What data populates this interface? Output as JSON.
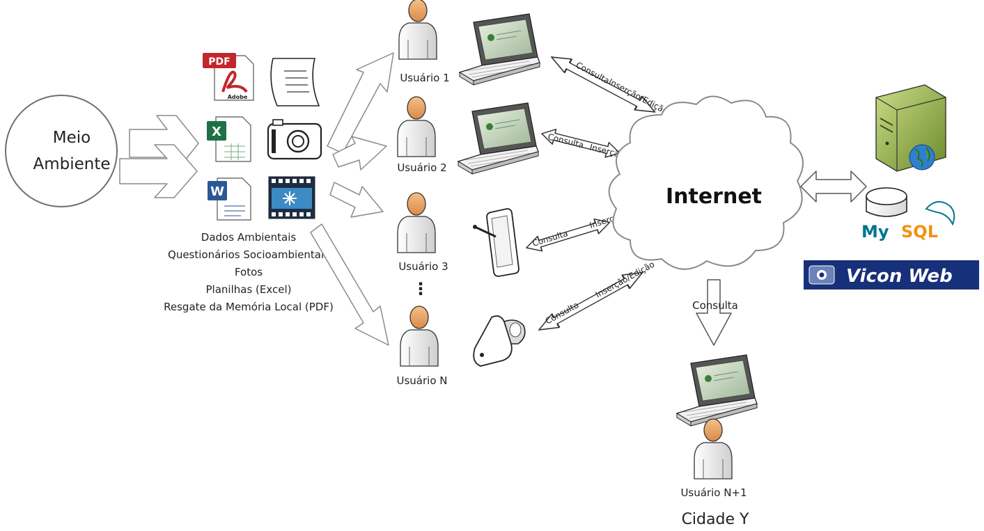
{
  "source": {
    "line1": "Meio",
    "line2": "Ambiente"
  },
  "data_types": [
    "Dados Ambientais",
    "Questionários Socioambientais",
    "Fotos",
    "Planilhas (Excel)",
    "Resgate da Memória Local (PDF)"
  ],
  "file_icons": {
    "pdf_badge": "PDF",
    "adobe": "Adobe"
  },
  "users": {
    "u1": "Usuário 1",
    "u2": "Usuário 2",
    "u3": "Usuário 3",
    "un": "Usuário N",
    "ellipsis": "⋮",
    "un1": "Usuário N+1"
  },
  "links": {
    "consulta": "Consulta",
    "insercao": "Inserção/Edição",
    "down_consulta": "Consulta"
  },
  "internet": "Internet",
  "server": {
    "mysql": "MySQL",
    "vicon": "Vicon Web"
  },
  "city": "Cidade Y",
  "colors": {
    "skin": "#e8a66c",
    "body": "#eeeeee",
    "cloud_stroke": "#8a8a8a",
    "vicon_bg": "#17307a",
    "mysql_blue": "#00758f",
    "mysql_orange": "#f29111",
    "server_green": "#8faa4d"
  }
}
